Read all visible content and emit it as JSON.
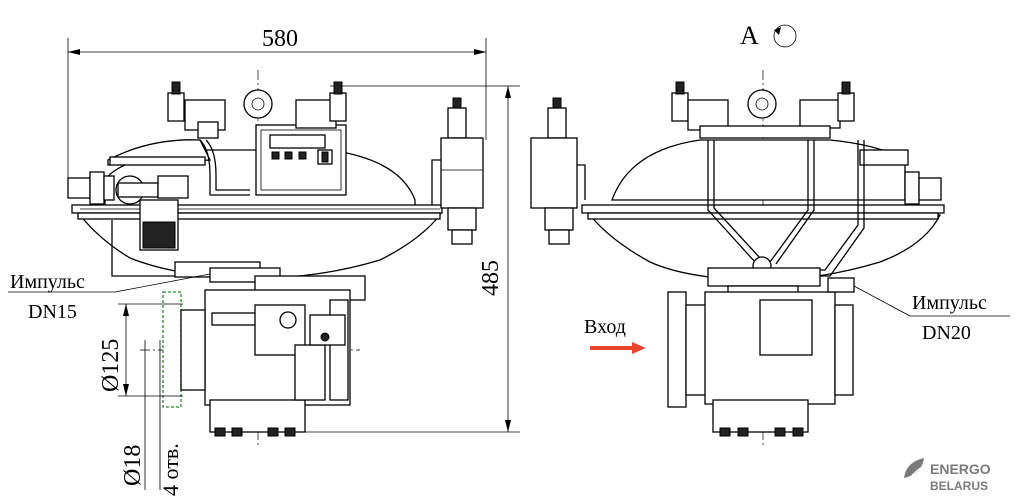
{
  "dimensions": {
    "width_overall": "580",
    "height_overall": "485",
    "flange_diameter": "Ø125",
    "hole_diameter": "Ø18",
    "hole_count": "4 отв."
  },
  "labels": {
    "impulse_left_line1": "Импульс",
    "impulse_left_line2": "DN15",
    "impulse_right_line1": "Импульс",
    "impulse_right_line2": "DN20",
    "inlet": "Вход",
    "view_label": "А"
  },
  "logo": {
    "line1": "ENERGO",
    "line2": "BELARUS"
  },
  "colors": {
    "inlet_arrow": "#e8452c",
    "flange_outline": "#2a8a2a",
    "logo": "#7b7b7b"
  }
}
